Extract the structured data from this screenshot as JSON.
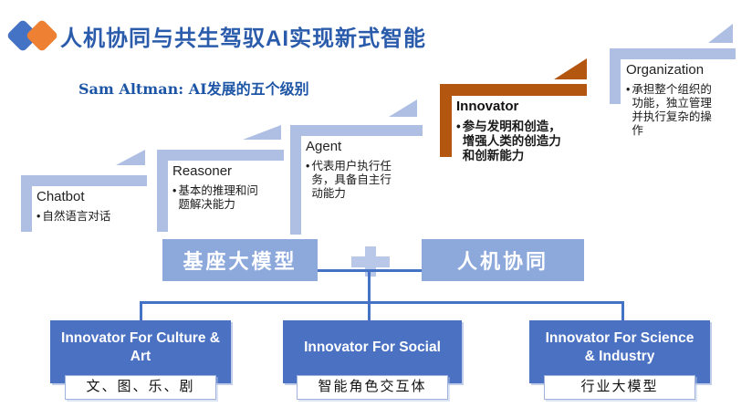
{
  "header": {
    "title": "人机协同与共生驾驭AI实现新式智能",
    "subtitle": "Sam Altman: AI发展的五个级别"
  },
  "colors": {
    "accent_blue": "#2b5cac",
    "subtitle_blue": "#1d55a6",
    "light_blue": "#aebfe3",
    "flow_box_blue": "#8da8db",
    "plus_blue": "#b9c7e8",
    "deep_blue": "#4a71c2",
    "line_blue": "#4472c4",
    "highlight_orange": "#b3560f",
    "diamond_blue": "#4472c4",
    "diamond_orange": "#ed8033",
    "tag_border_blue": "#9fb3dd"
  },
  "ladder": {
    "steps": [
      {
        "title": "Chatbot",
        "bullet": "自然语言对话",
        "highlight": false
      },
      {
        "title": "Reasoner",
        "bullet": "基本的推理和问题解决能力",
        "highlight": false
      },
      {
        "title": "Agent",
        "bullet": "代表用户执行任务，具备自主行动能力",
        "highlight": false
      },
      {
        "title": "Innovator",
        "bullet": "参与发明和创造，增强人类的创造力和创新能力",
        "highlight": true
      },
      {
        "title": "Organization",
        "bullet": "承担整个组织的功能，独立管理并执行复杂的操作",
        "highlight": false
      }
    ]
  },
  "flow": {
    "left_box": "基座大模型",
    "plus": "+",
    "right_box": "人机协同",
    "branches": [
      {
        "title": "Innovator For Culture & Art",
        "tag": "文、图、乐、剧"
      },
      {
        "title": "Innovator For Social",
        "tag": "智能角色交互体"
      },
      {
        "title": "Innovator For Science & Industry",
        "tag": "行业大模型"
      }
    ]
  }
}
